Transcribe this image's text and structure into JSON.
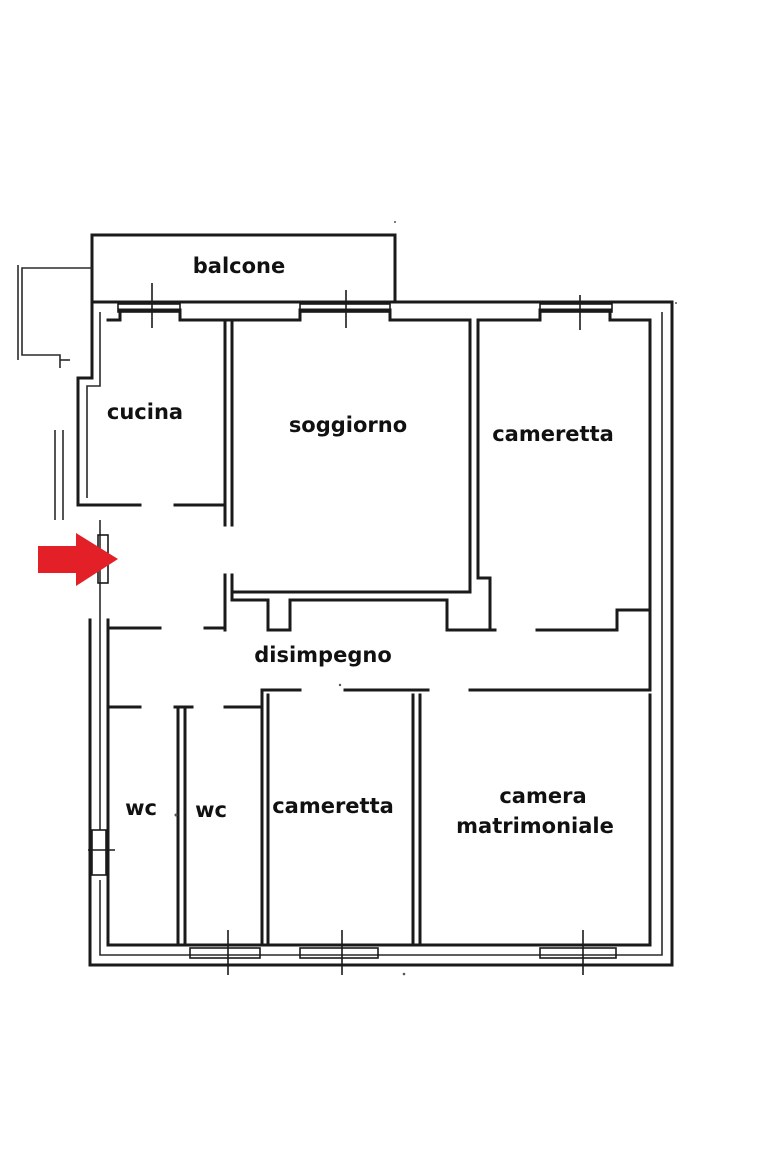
{
  "rooms": {
    "balcone": "balcone",
    "cucina": "cucina",
    "soggiorno": "soggiorno",
    "cameretta_top": "cameretta",
    "disimpegno": "disimpegno",
    "wc_left": "wc",
    "wc_right": "wc",
    "cameretta_bottom": "cameretta",
    "camera_line1": "camera",
    "camera_line2": "matrimoniale"
  },
  "entrance_arrow": {
    "color": "#e32028",
    "icon": "entrance-arrow-icon"
  }
}
